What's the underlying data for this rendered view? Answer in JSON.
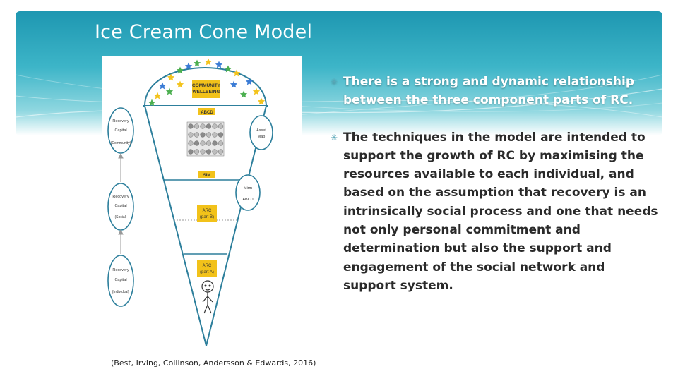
{
  "slide": {
    "title": "Ice Cream Cone Model",
    "bullets": [
      "There is a strong and dynamic relationship between the three component parts of RC.",
      "The techniques in the model are intended to support the growth of RC by maximising the resources available to each individual, and based on the assumption that recovery is an intrinsically social process and one that needs not only personal commitment and determination but also the support and engagement of the social network and support system."
    ],
    "bullet_icon": "asterisk-icon",
    "citation": "(Best, Irving, Collinson, Andersson & Edwards, 2016)"
  },
  "diagram": {
    "scoop_label_line1": "COMMUNITY",
    "scoop_label_line2": "WELLBEING",
    "tiers": [
      {
        "label": "ABCD"
      },
      {
        "label": "SIM"
      },
      {
        "label_line1": "ARC",
        "label_line2": "(part B)"
      },
      {
        "label_line1": "ARC",
        "label_line2": "(part A)"
      }
    ],
    "left_circles": [
      {
        "line1": "Recovery",
        "line2": "Capital",
        "line3": "(Community)"
      },
      {
        "line1": "Recovery",
        "line2": "Capital",
        "line3": "(Social)"
      },
      {
        "line1": "Recovery",
        "line2": "Capital",
        "line3": "(Individual)"
      }
    ],
    "right_circles": [
      {
        "line1": "Asset",
        "line2": "Map"
      },
      {
        "line1": "Mirm",
        "line2": "ABCD"
      }
    ],
    "colors": {
      "cone_stroke": "#2d7f9c",
      "label_box": "#f2c21a",
      "star_blue": "#3a7bd5",
      "star_yellow": "#f3c31c",
      "star_green": "#4caf50"
    }
  }
}
